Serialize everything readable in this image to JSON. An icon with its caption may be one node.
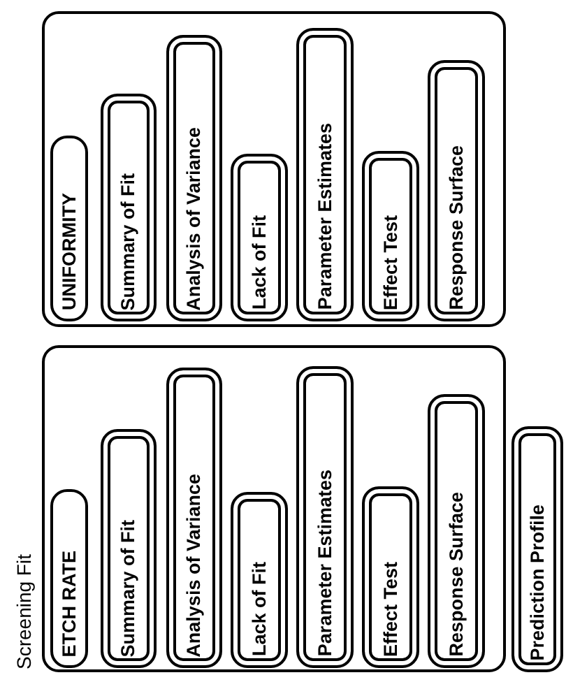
{
  "diagram": {
    "nodes": [
      {
        "text": [],
        "shape": "box"
      },
      {
        "text": [
          "UNIFORMITY"
        ],
        "in": 0
      },
      {
        "text": [
          "Summary of Fit"
        ],
        "in": 0
      },
      {
        "text": [
          "Analysis of Variance"
        ],
        "in": 0
      },
      {
        "text": [
          "Lack of Fit"
        ],
        "in": 0
      },
      {
        "text": [
          "Parameter Estimates"
        ],
        "in": 0
      },
      {
        "text": [
          "Effect Test"
        ],
        "in": 0
      },
      {
        "text": [
          "Response Surface"
        ],
        "in": 0
      },
      {
        "text": [
          "Screening Fit"
        ]
      },
      {
        "text": [
          "ETCH RATE"
        ],
        "in": 8
      },
      {
        "text": [
          "Summary of Fit"
        ],
        "in": 8
      },
      {
        "text": [
          "Analysis of Variance"
        ],
        "in": 8
      },
      {
        "text": [
          "Lack of Fit"
        ],
        "in": 8
      },
      {
        "text": [
          "Parameter Estimates"
        ],
        "in": 8
      },
      {
        "text": [
          "Effect Test"
        ],
        "in": 8
      },
      {
        "text": [
          "Response Surface"
        ],
        "in": 8
      },
      {
        "text": [
          "Prediction Profile"
        ]
      }
    ]
  }
}
